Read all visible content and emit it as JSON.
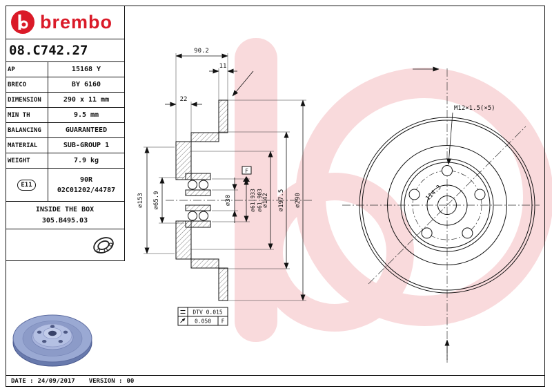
{
  "brand": {
    "wordmark": "brembo"
  },
  "part_number": "08.C742.27",
  "spec_table": {
    "rows": [
      {
        "label": "AP",
        "value": "15168 Y"
      },
      {
        "label": "BRECO",
        "value": "BY 6160"
      },
      {
        "label": "DIMENSION",
        "value": "290 x 11 mm"
      },
      {
        "label": "MIN TH",
        "value": "9.5 mm"
      },
      {
        "label": "BALANCING",
        "value": "GUARANTEED"
      },
      {
        "label": "MATERIAL",
        "value": "SUB-GROUP 1"
      },
      {
        "label": "WEIGHT",
        "value": "7.9 kg"
      }
    ],
    "homologation": {
      "badge": "E11",
      "approval_no": "90R",
      "approval_code": "02C01202/44787"
    },
    "inside_the_box": {
      "title": "INSIDE THE BOX",
      "part": "305.B495.03"
    }
  },
  "section_view": {
    "dim_overall_width": "90.2",
    "dim_disc_thickness": "11",
    "dim_hat_depth": "22",
    "dia_hat": "⌀153",
    "dia_hub_bore": "⌀65.9",
    "dia_center_bore": "⌀30",
    "dia_bearing_max": "⌀61.933",
    "dia_bearing_min": "⌀61.903",
    "datum": "F",
    "dia_flange": "⌀142",
    "dia_friction_inner": "⌀197.5",
    "dia_outer": "⌀290",
    "tol_dtv": "DTV 0.015",
    "tol_runout": "0.050",
    "tol_runout_datum": "F"
  },
  "front_view": {
    "thread_spec": "M12×1.5(×5)",
    "pcd": "114.3"
  },
  "footer": {
    "date_label": "DATE :",
    "date": "24/09/2017",
    "version_label": "VERSION :",
    "version": "00"
  },
  "colors": {
    "brand_red": "#da1a28",
    "watermark_pink": "#f5bdc1",
    "disc_blue": "#9aa9d3",
    "line": "#111111"
  }
}
